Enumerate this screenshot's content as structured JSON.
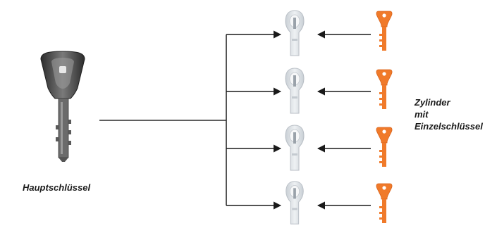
{
  "labels": {
    "master_key": "Hauptschlüssel",
    "cylinders_line1": "Zylinder",
    "cylinders_line2": "mit",
    "cylinders_line3": "Einzelschlüssel"
  },
  "colors": {
    "master_key": "#4a4a4a",
    "cylinder": "#d6dbe0",
    "single_key": "#f07a2a",
    "lines": "#2a2a2a"
  },
  "icons": {
    "master_key": "master-key-icon",
    "cylinder": "lock-cylinder-icon",
    "single_key": "single-key-icon"
  },
  "cylinder_count": 4
}
